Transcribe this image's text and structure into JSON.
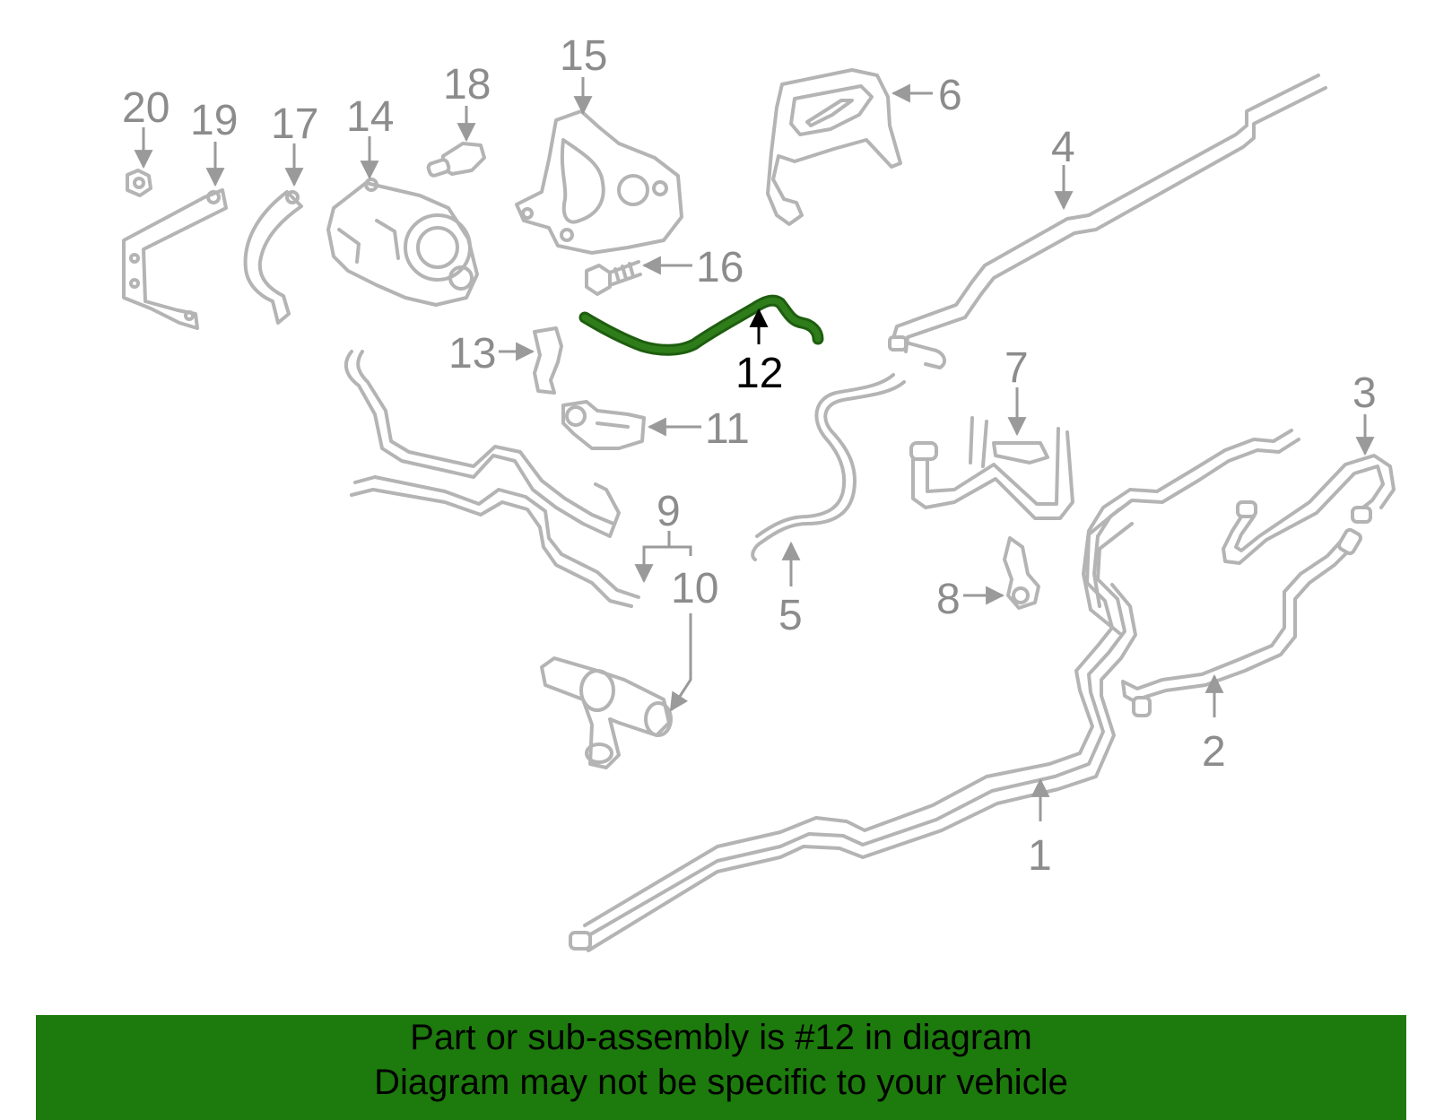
{
  "diagram": {
    "highlight_color": "#1d7a0c",
    "line_color": "#b4b4b4",
    "callouts": {
      "c1": "1",
      "c2": "2",
      "c3": "3",
      "c4": "4",
      "c5": "5",
      "c6": "6",
      "c7": "7",
      "c8": "8",
      "c9": "9",
      "c10": "10",
      "c11": "11",
      "c12": "12",
      "c13": "13",
      "c14": "14",
      "c15": "15",
      "c16": "16",
      "c17": "17",
      "c18": "18",
      "c19": "19",
      "c20": "20"
    }
  },
  "banner": {
    "line1": "Part or sub-assembly is #12 in diagram",
    "line2": "Diagram may not be specific to your vehicle",
    "background": "#1d7a0c"
  }
}
